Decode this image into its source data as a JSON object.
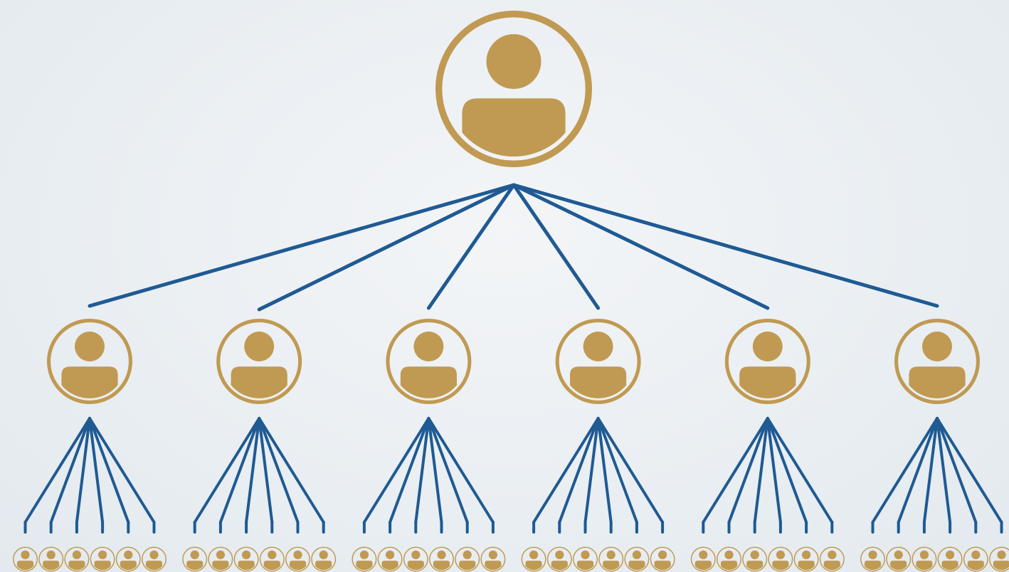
{
  "diagram": {
    "type": "org-hierarchy",
    "levels": 3,
    "root_count": 1,
    "level2_count": 6,
    "children_per_level2_node": 6,
    "leaf_count": 36,
    "node_icon": "person-avatar-icon",
    "colors": {
      "node_gold": "#c09a52",
      "node_gold_dark": "#b38c44",
      "connector_blue": "#1f5a93",
      "background": "#e9eef2"
    }
  }
}
